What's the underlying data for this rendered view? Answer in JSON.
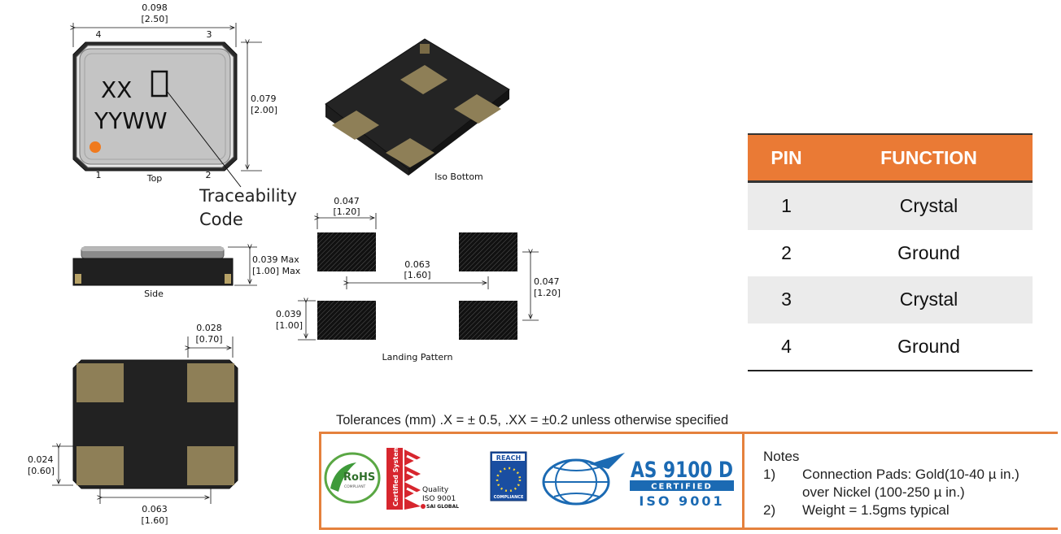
{
  "top_view": {
    "width_in": "0.098",
    "width_mm": "[2.50]",
    "height_in": "0.079",
    "height_mm": "[2.00]",
    "marking_line1": "XX",
    "marking_line2": "YYWW",
    "pin_numbers": [
      "1",
      "2",
      "3",
      "4"
    ],
    "label": "Top"
  },
  "traceability": {
    "line1": "Traceability",
    "line2": "Code"
  },
  "iso_view": {
    "label": "Iso Bottom"
  },
  "side_view": {
    "label": "Side",
    "height_in": "0.039 Max",
    "height_mm": "[1.00] Max"
  },
  "landing_pattern": {
    "label": "Landing Pattern",
    "pad_width_in": "0.047",
    "pad_width_mm": "[1.20]",
    "pitch_in": "0.063",
    "pitch_mm": "[1.60]",
    "span_in": "0.047",
    "span_mm": "[1.20]",
    "pad_height_in": "0.039",
    "pad_height_mm": "[1.00]"
  },
  "bottom_view": {
    "pad_width_in": "0.028",
    "pad_width_mm": "[0.70]",
    "pad_height_in": "0.024",
    "pad_height_mm": "[0.60]",
    "pitch_in": "0.063",
    "pitch_mm": "[1.60]"
  },
  "pin_table": {
    "headers": [
      "PIN",
      "FUNCTION"
    ],
    "rows": [
      {
        "pin": "1",
        "function": "Crystal"
      },
      {
        "pin": "2",
        "function": "Ground"
      },
      {
        "pin": "3",
        "function": "Crystal"
      },
      {
        "pin": "4",
        "function": "Ground"
      }
    ]
  },
  "tolerance_text": "Tolerances (mm)  .X = ± 0.5,  .XX = ±0.2 unless otherwise specified",
  "certifications": {
    "rohs": {
      "main": "RoHS",
      "sub": "COMPLIANT"
    },
    "sai": {
      "banner": "Certified System",
      "line1": "Quality",
      "line2": "ISO 9001",
      "line3": "SAI GLOBAL"
    },
    "reach": {
      "top": "REACH",
      "bottom": "COMPLIANCE"
    },
    "as9100": {
      "main": "AS 9100 D",
      "certified": "CERTIFIED",
      "iso": "ISO 9001"
    }
  },
  "notes": {
    "title": "Notes",
    "items": [
      {
        "num": "1)",
        "line1": "Connection Pads: Gold(10-40 µ in.)",
        "line2": "over Nickel (100-250 µ in.)"
      },
      {
        "num": "2)",
        "line1": "Weight = 1.5gms typical",
        "line2": ""
      }
    ]
  },
  "colors": {
    "accent_orange": "#ea7a35",
    "pad_gold": "#8e7f57",
    "body_dark": "#1a1a1a",
    "pin1_dot": "#f07a1e"
  }
}
